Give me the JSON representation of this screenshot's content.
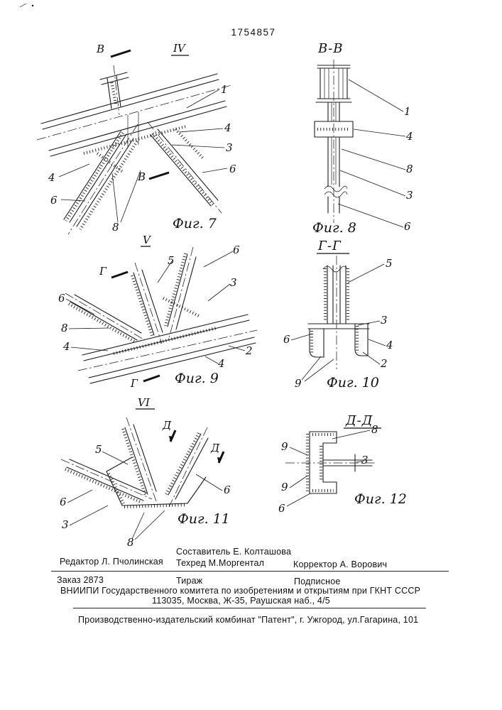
{
  "page": {
    "doc_number": "1754857"
  },
  "views": {
    "fig7": {
      "roman": "IV",
      "cut": "В",
      "caption": "Фиг. 7",
      "n1": "1",
      "n4r": "4",
      "n3": "3",
      "n6r": "6",
      "n4l": "4",
      "n6l": "6",
      "n8": "8"
    },
    "fig8": {
      "title": "В-В",
      "caption": "Фиг. 8",
      "n1": "1",
      "n4": "4",
      "n8": "8",
      "n3": "3",
      "n6": "6"
    },
    "fig9": {
      "roman": "V",
      "cut": "Г",
      "caption": "Фиг. 9",
      "n5": "5",
      "n6r": "6",
      "n3": "3",
      "n6l": "6",
      "n8": "8",
      "n4l": "4",
      "n2": "2",
      "n4r": "4"
    },
    "fig10": {
      "title": "Г-Г",
      "caption": "Фиг. 10",
      "n5": "5",
      "n3": "3",
      "n4": "4",
      "n2": "2",
      "n6": "6",
      "n9": "9"
    },
    "fig11": {
      "roman": "VI",
      "cut": "Д",
      "caption": "Фиг. 11",
      "n5": "5",
      "n6r": "6",
      "n6l": "6",
      "n3": "3",
      "n8": "8"
    },
    "fig12": {
      "title": "Д-Д",
      "caption": "Фиг. 12",
      "n8": "8",
      "n9a": "9",
      "n3": "3",
      "n9b": "9",
      "n6": "6"
    }
  },
  "footer": {
    "compiler": "Составитель  Е. Колташова",
    "editor": "Редактор  Л. Пчолинская",
    "techred": "Техред М.Моргентал",
    "corrector": "Корректор А. Ворович",
    "order": "Заказ 2873",
    "tirage": "Тираж",
    "subscription": "Подписное",
    "committee": "ВНИИПИ Государственного комитета по изобретениям и открытиям при ГКНТ СССР",
    "address": "113035, Москва, Ж-35, Раушская наб., 4/5",
    "publisher": "Производственно-издательский комбинат \"Патент\", г. Ужгород, ул.Гагарина, 101"
  }
}
